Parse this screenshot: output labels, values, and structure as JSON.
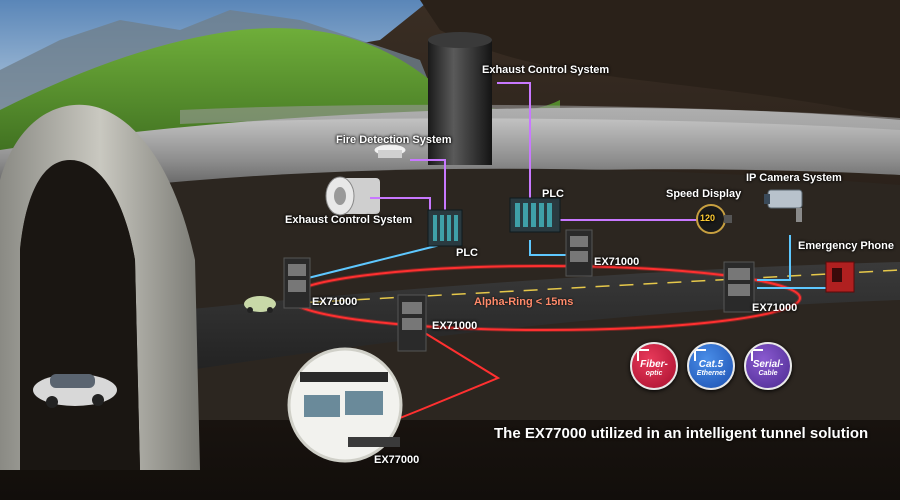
{
  "labels": {
    "exhaust_top": "Exhaust Control System",
    "fire_detection": "Fire Detection System",
    "exhaust_left": "Exhaust Control System",
    "plc_left": "PLC",
    "plc_center": "PLC",
    "speed_display": "Speed Display",
    "speed_value": "120",
    "ip_camera": "IP Camera System",
    "emergency_phone": "Emergency Phone",
    "switch_left": "EX71000",
    "switch_center_top": "EX71000",
    "switch_center_low": "EX71000",
    "switch_right": "EX71000",
    "control_room": "EX77000",
    "ring": "Alpha-Ring < 15ms"
  },
  "legend": {
    "fiber": {
      "line1": "Fiber-",
      "line2": "optic"
    },
    "cat5": {
      "line1": "Cat.5",
      "line2": "Ethernet"
    },
    "serial": {
      "line1": "Serial-",
      "line2": "Cable"
    }
  },
  "caption": "The EX77000 utilized in an intelligent tunnel solution",
  "colors": {
    "fiber_ring": "#ff2a2a",
    "ethernet_link": "#5ec8ff",
    "serial_link": "#c878ff"
  }
}
